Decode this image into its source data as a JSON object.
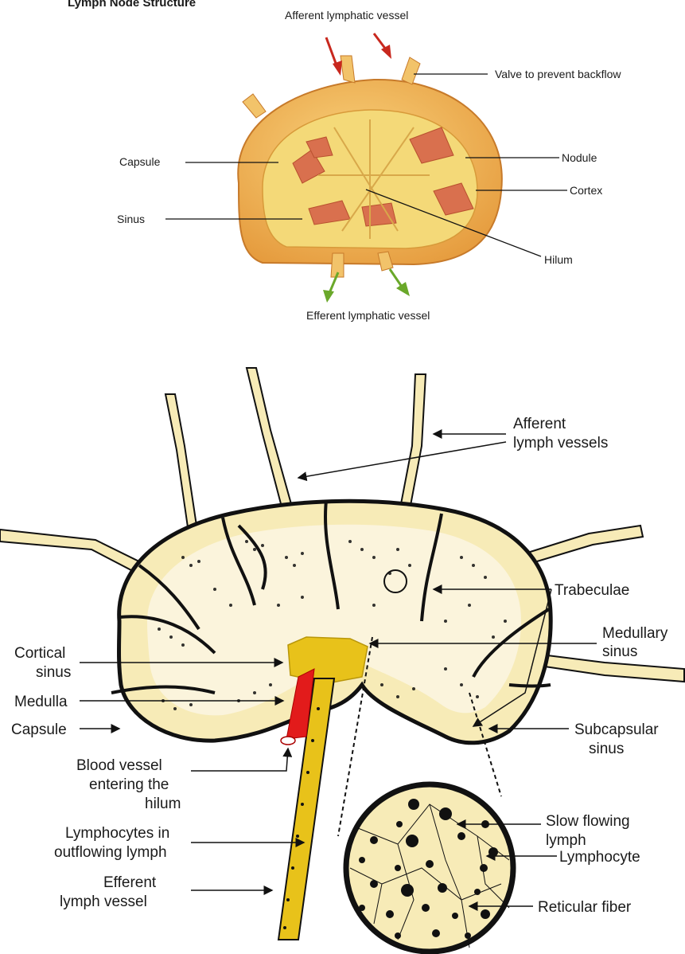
{
  "top_diagram": {
    "title": "Lymph Node Structure",
    "labels": {
      "afferent": "Afferent lymphatic vessel",
      "valve": "Valve to prevent backflow",
      "capsule": "Capsule",
      "nodule": "Nodule",
      "cortex": "Cortex",
      "sinus": "Sinus",
      "hilum": "Hilum",
      "efferent": "Efferent lymphatic vessel"
    },
    "colors": {
      "capsule": "#f2b85a",
      "interior": "#f4d978",
      "nodule": "#d9704e",
      "arrow_in": "#c8281e",
      "arrow_out": "#6aa82a"
    }
  },
  "bottom_diagram": {
    "labels": {
      "afferent_1": "Afferent",
      "afferent_2": "lymph vessels",
      "trabeculae": "Trabeculae",
      "medullary_1": "Medullary",
      "medullary_2": "sinus",
      "cortical_1": "Cortical",
      "cortical_2": "sinus",
      "medulla": "Medulla",
      "capsule": "Capsule",
      "subcapsular_1": "Subcapsular",
      "subcapsular_2": "sinus",
      "blood_1": "Blood vessel",
      "blood_2": "entering the",
      "blood_3": "hilum",
      "slow_1": "Slow flowing",
      "slow_2": "lymph",
      "lymphocyte": "Lymphocyte",
      "lymphout_1": "Lymphocytes in",
      "lymphout_2": "outflowing lymph",
      "efferent_1": "Efferent",
      "efferent_2": "lymph vessel",
      "reticular": "Reticular fiber"
    },
    "colors": {
      "node": "#f7ebb7",
      "outline": "#111111",
      "hilum": "#e8c21a",
      "blood": "#e21b1b"
    }
  }
}
